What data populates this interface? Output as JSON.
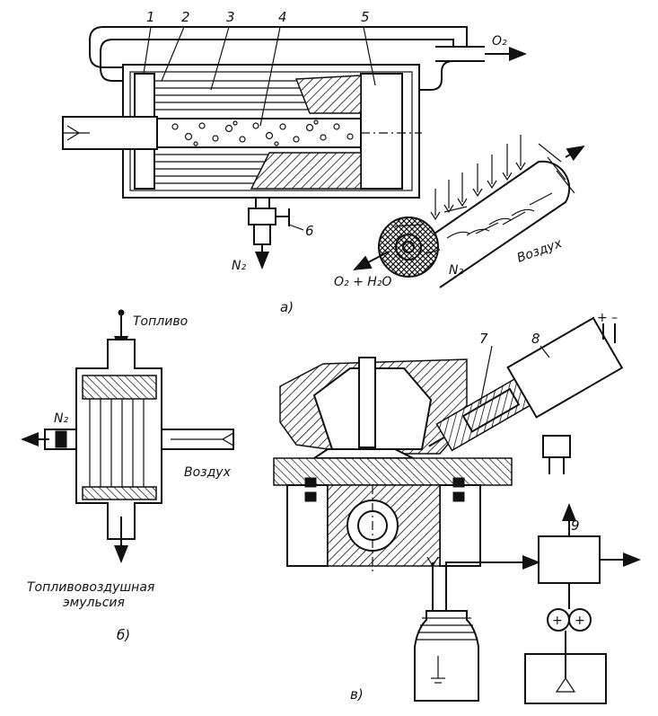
{
  "labels": {
    "n1": "1",
    "n2": "2",
    "n3": "3",
    "n4": "4",
    "n5": "5",
    "n6": "6",
    "n7": "7",
    "n8": "8",
    "n9": "9",
    "o2": "O₂",
    "n2_a": "N₂",
    "o2_h2o": "O₂ + H₂O",
    "n2_tube": "N₂",
    "air_tube": "Воздух",
    "fuel": "Топливо",
    "n2_b": "N₂",
    "air_b": "Воздух",
    "emulsion_line1": "Топливовоздушная",
    "emulsion_line2": "эмульсия",
    "plus_minus": "+ –"
  },
  "captions": {
    "a": "а)",
    "b": "б)",
    "v": "в)"
  }
}
